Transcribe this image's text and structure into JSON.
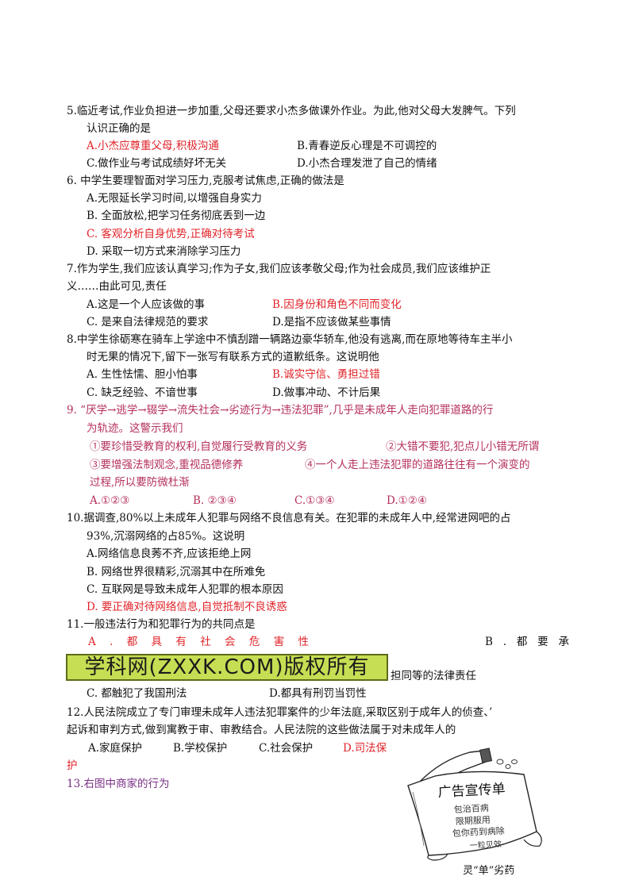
{
  "q5": {
    "stem1": "5.临近考试,作业负担进一步加重,父母还要求小杰多做课外作业。为此,他对父母大发脾气。下列",
    "stem2": "认识正确的是",
    "a": "A.小杰应尊重父母,积极沟通",
    "b": "B.青春逆反心理是不可调控的",
    "c": "C.做作业与考试成绩好坏无关",
    "d": "D.小杰合理发泄了自己的情绪"
  },
  "q6": {
    "stem": "6. 中学生要理智面对学习压力,克服考试焦虑,正确的做法是",
    "a": "A.无限延长学习时间,以增强自身实力",
    "b": "B. 全面放松,把学习任务彻底丢到一边",
    "c": "C. 客观分析自身优势,正确对待考试",
    "d": "D. 采取一切方式来消除学习压力"
  },
  "q7": {
    "stem1": "7.作为学生,我们应该认真学习;作为子女,我们应该孝敬父母;作为社会成员,我们应该维护正",
    "stem2": "义……由此可见,责任",
    "a": "A.这是一个人应该做的事",
    "b": "B.因身份和角色不同而变化",
    "c": "C. 是来自法律规范的要求",
    "d": "D.是指不应该做某些事情"
  },
  "q8": {
    "stem1": "8.中学生徐砺寒在骑车上学途中不慎刮蹭一辆路边豪华轿车,他没有逃离,而在原地等待车主半小",
    "stem2": "时无果的情况下,留下一张写有联系方式的道歉纸条。这说明他",
    "a": "A. 生性怯懦、胆小怕事",
    "b": "B.诚实守信、勇担过错",
    "c": "C. 缺乏经验、不谙世事",
    "d": "D.做事冲动、不计后果"
  },
  "q9": {
    "stem1": "9. “厌学→逃学→辍学→流失社会→劣迹行为→违法犯罪”,几乎是未成年人走向犯罪道路的行",
    "stem2": "为轨迹。这警示我们",
    "o1": "①要珍惜受教育的权利,自觉履行受教育的义务",
    "o2": "②大错不要犯,犯点儿小错无所谓",
    "o3": "③要增强法制观念,重视品德修养",
    "o4a": "④一个人走上违法犯罪的道路往往有一个演变的",
    "o4b": "过程,所以要防微杜渐",
    "a": "A.①②③",
    "b": "B. ②③④",
    "c": "C.①③④",
    "d": "D.①②④"
  },
  "q10": {
    "stem1": "10.据调查,80%以上未成年人犯罪与网络不良信息有关。在犯罪的未成年人中,经常进网吧的占",
    "stem2": "93%,沉溺网络的占85%。这说明",
    "a": "A.网络信息良莠不齐,应该拒绝上网",
    "b": "B. 网络世界很精彩,沉溺其中在所难免",
    "c": "C. 互联网是导致未成年人犯罪的根本原因",
    "d": "D. 要正确对待网络信息,自觉抵制不良诱惑"
  },
  "q11": {
    "stem": "11.一般违法行为和犯罪行为的共同点是",
    "a_chars": [
      "A",
      ".",
      "都",
      "具",
      "有",
      "社",
      "会",
      "危",
      "害",
      "性"
    ],
    "b_chars": [
      "B",
      ".",
      "都",
      "要",
      "承"
    ],
    "b_cont": "担同等的法律责任",
    "c": "C. 都触犯了我国刑法",
    "d": "D.都具有刑罚当罚性"
  },
  "watermark": "学科网(ZXXK.COM)版权所有",
  "q12": {
    "stem1": "12.人民法院成立了专门审理未成年人违法犯罪案件的少年法庭,采取区别于成年人的侦查、’",
    "stem2": "起诉和审判方式,做到寓教于审、审教结合。人民法院的这些做法属于对未成年人的",
    "a": "A.家庭保护",
    "b": "B.学校保护",
    "c": "C.社会保护",
    "d": "D.司法保",
    "d_cont": "护"
  },
  "q13": {
    "stem": "13.右图中商家的行为"
  },
  "cartoon": {
    "title": "广告宣传单",
    "line1": "包治百病",
    "line2": "限期服用",
    "line3": "包你药到病除",
    "line4": "一粒见效",
    "caption": "灵“单”劣药"
  }
}
